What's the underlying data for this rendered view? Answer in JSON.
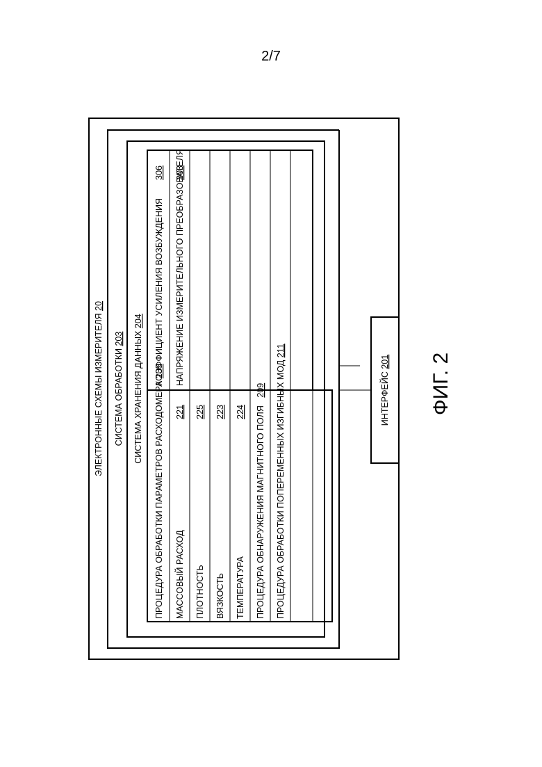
{
  "page_number": "2/7",
  "outer": {
    "title": "ЭЛЕКТРОННЫЕ СХЕМЫ ИЗМЕРИТЕЛЯ",
    "ref": "20"
  },
  "processing": {
    "title": "СИСТЕМА ОБРАБОТКИ",
    "ref": "203"
  },
  "storage": {
    "title": "СИСТЕМА ХРАНЕНИЯ ДАННЫХ",
    "ref": "204"
  },
  "interface": {
    "title": "ИНТЕРФЕЙС",
    "ref": "201"
  },
  "left_column": [
    {
      "label": "ПРОЦЕДУРА ОБРАБОТКИ ПАРАМЕТРОВ РАСХОДОМЕРА",
      "ref": "205"
    },
    {
      "label": "МАССОВЫЙ РАСХОД",
      "ref": "221"
    },
    {
      "label": "ПЛОТНОСТЬ",
      "ref": "225"
    },
    {
      "label": "ВЯЗКОСТЬ",
      "ref": "223"
    },
    {
      "label": "ТЕМПЕРАТУРА",
      "ref": "224"
    },
    {
      "label": "ПРОЦЕДУРА ОБНАРУЖЕНИЯ МАГНИТНОГО ПОЛЯ",
      "ref": "209"
    },
    {
      "label": "ПРОЦЕДУРА ОБРАБОТКИ ПОПЕРЕМЕННЫХ ИЗГИБНЫХ МОД",
      "ref": "211"
    }
  ],
  "right_column": [
    {
      "label": "КОЭФФИЦИЕНТ УСИЛЕНИЯ ВОЗБУЖДЕНИЯ",
      "ref": "306"
    },
    {
      "label": "НАПРЯЖЕНИЕ ИЗМЕРИТЕЛЬНОГО ПРЕОБРАЗОВАТЕЛЯ",
      "ref": "303"
    }
  ],
  "figure_caption": "ФИГ. 2"
}
